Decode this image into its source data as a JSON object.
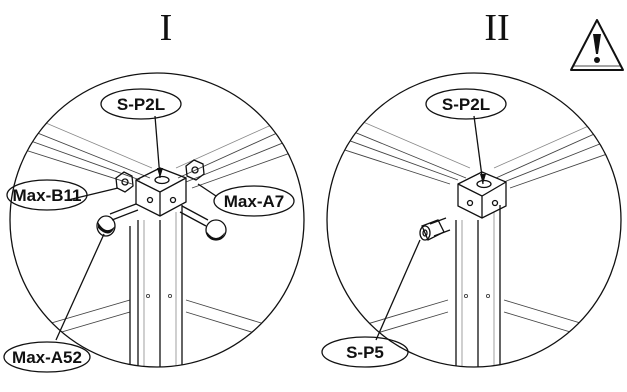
{
  "steps": [
    {
      "numeral": "I",
      "labels": {
        "top": "S-P2L",
        "left": "Max-B11",
        "right": "Max-A7",
        "bottom": "Max-A52"
      }
    },
    {
      "numeral": "II",
      "labels": {
        "top": "S-P2L",
        "bottom": "S-P5"
      }
    }
  ],
  "warning_icon": "warning-triangle-icon"
}
